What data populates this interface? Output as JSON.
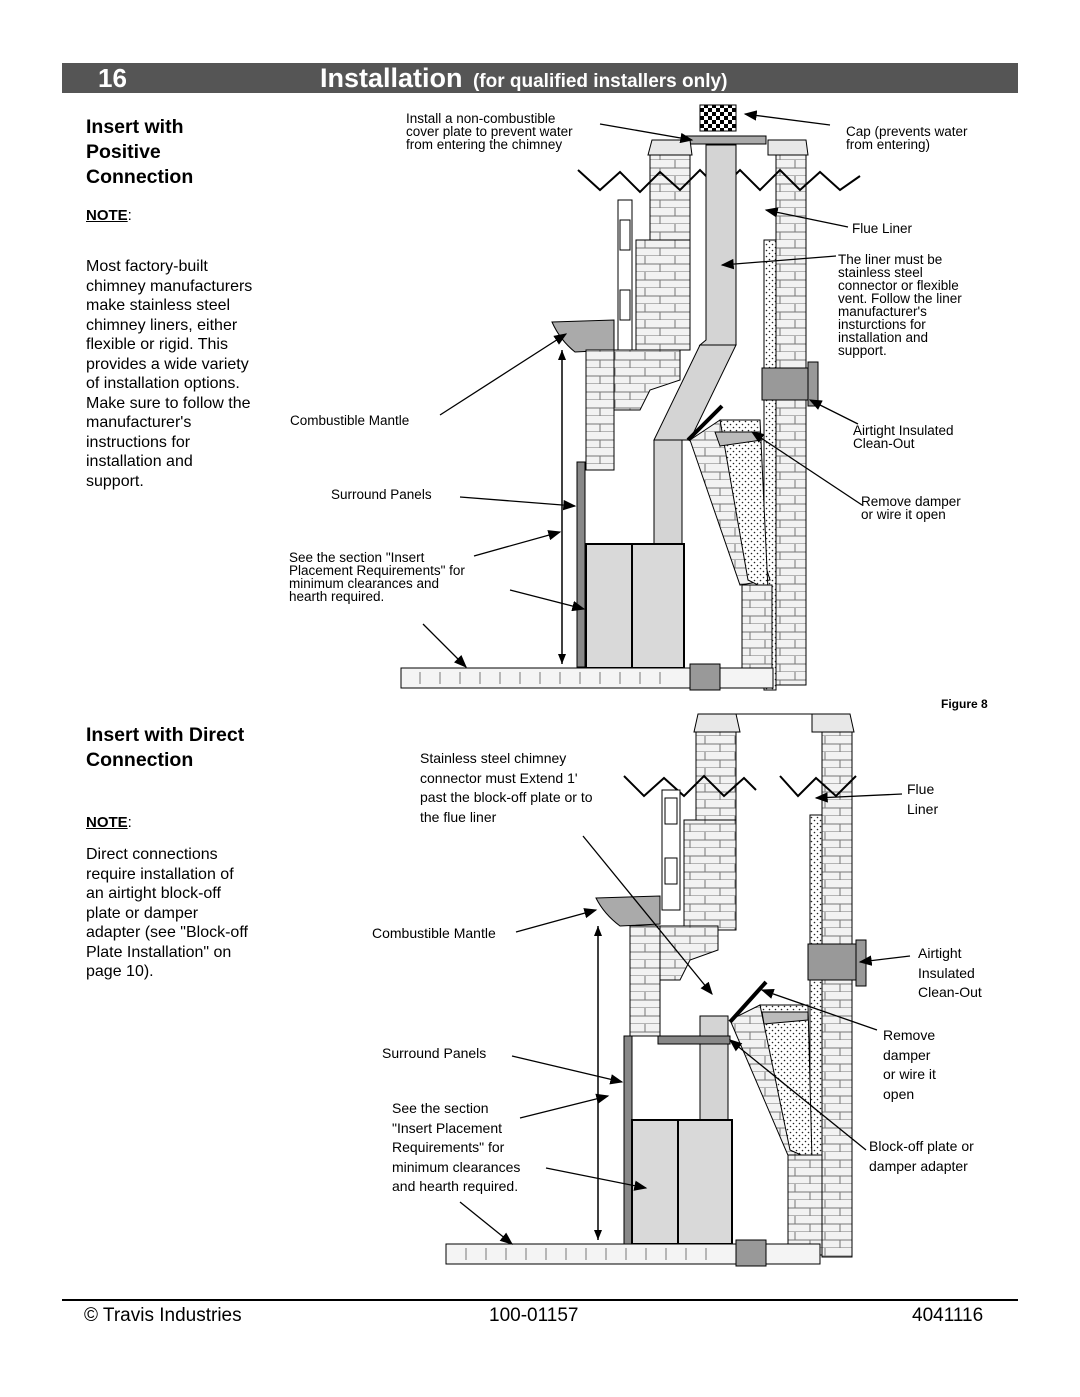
{
  "header": {
    "page_number": "16",
    "title": "Installation",
    "subtitle": "(for qualified installers only)"
  },
  "section1": {
    "heading_lines": [
      "Insert with",
      "Positive",
      "Connection"
    ],
    "note_label": "NOTE",
    "note_text_lines": [
      "Most factory-built",
      "chimney manufacturers",
      "make stainless steel",
      "chimney liners, either",
      "flexible or rigid.  This",
      "provides a wide variety",
      "of installation options.",
      "Make sure to follow the",
      "manufacturer's",
      "instructions for",
      "installation and",
      "support."
    ],
    "callouts": {
      "cover_plate": [
        "Install a non-combustible",
        "cover plate to prevent water",
        "from entering the chimney"
      ],
      "cap": [
        "Cap (prevents water",
        "from entering)"
      ],
      "flue_liner": "Flue Liner",
      "liner_note": [
        "The liner must be",
        "stainless steel",
        "connector or flexible",
        "vent.  Follow the liner",
        "manufacturer's",
        "insturctions for",
        "installation and",
        "support."
      ],
      "mantle": "Combustible Mantle",
      "clean_out": [
        "Airtight Insulated",
        "Clean-Out"
      ],
      "surround": "Surround Panels",
      "damper": [
        "Remove damper",
        "or wire it open"
      ],
      "placement": [
        "See the section \"Insert",
        "Placement  Requirements\" for",
        "minimum clearances and",
        "hearth required."
      ]
    }
  },
  "figure_label": "Figure 8",
  "section2": {
    "heading_lines": [
      "Insert with Direct",
      "Connection"
    ],
    "note_label": "NOTE",
    "note_text_lines": [
      "Direct connections",
      "require installation of",
      "an airtight block-off",
      "plate or damper",
      "adapter (see \"Block-off",
      "Plate Installation\" on",
      "page 10)."
    ],
    "callouts": {
      "connector": [
        "Stainless steel chimney",
        "connector must Extend 1'",
        "past the block-off plate or to",
        "the flue liner"
      ],
      "flue_liner": [
        "Flue",
        "Liner"
      ],
      "mantle": "Combustible Mantle",
      "clean_out": [
        "Airtight",
        "Insulated",
        "Clean-Out"
      ],
      "damper": [
        "Remove",
        "damper",
        "or wire it",
        "open"
      ],
      "surround": "Surround Panels",
      "blockoff": [
        "Block-off plate or",
        "damper adapter"
      ],
      "placement": [
        "See the section",
        "\"Insert Placement",
        "Requirements\" for",
        "minimum clearances",
        "and hearth required."
      ]
    }
  },
  "footer": {
    "left": "© Travis Industries",
    "center": "100-01157",
    "right": "4041116"
  }
}
